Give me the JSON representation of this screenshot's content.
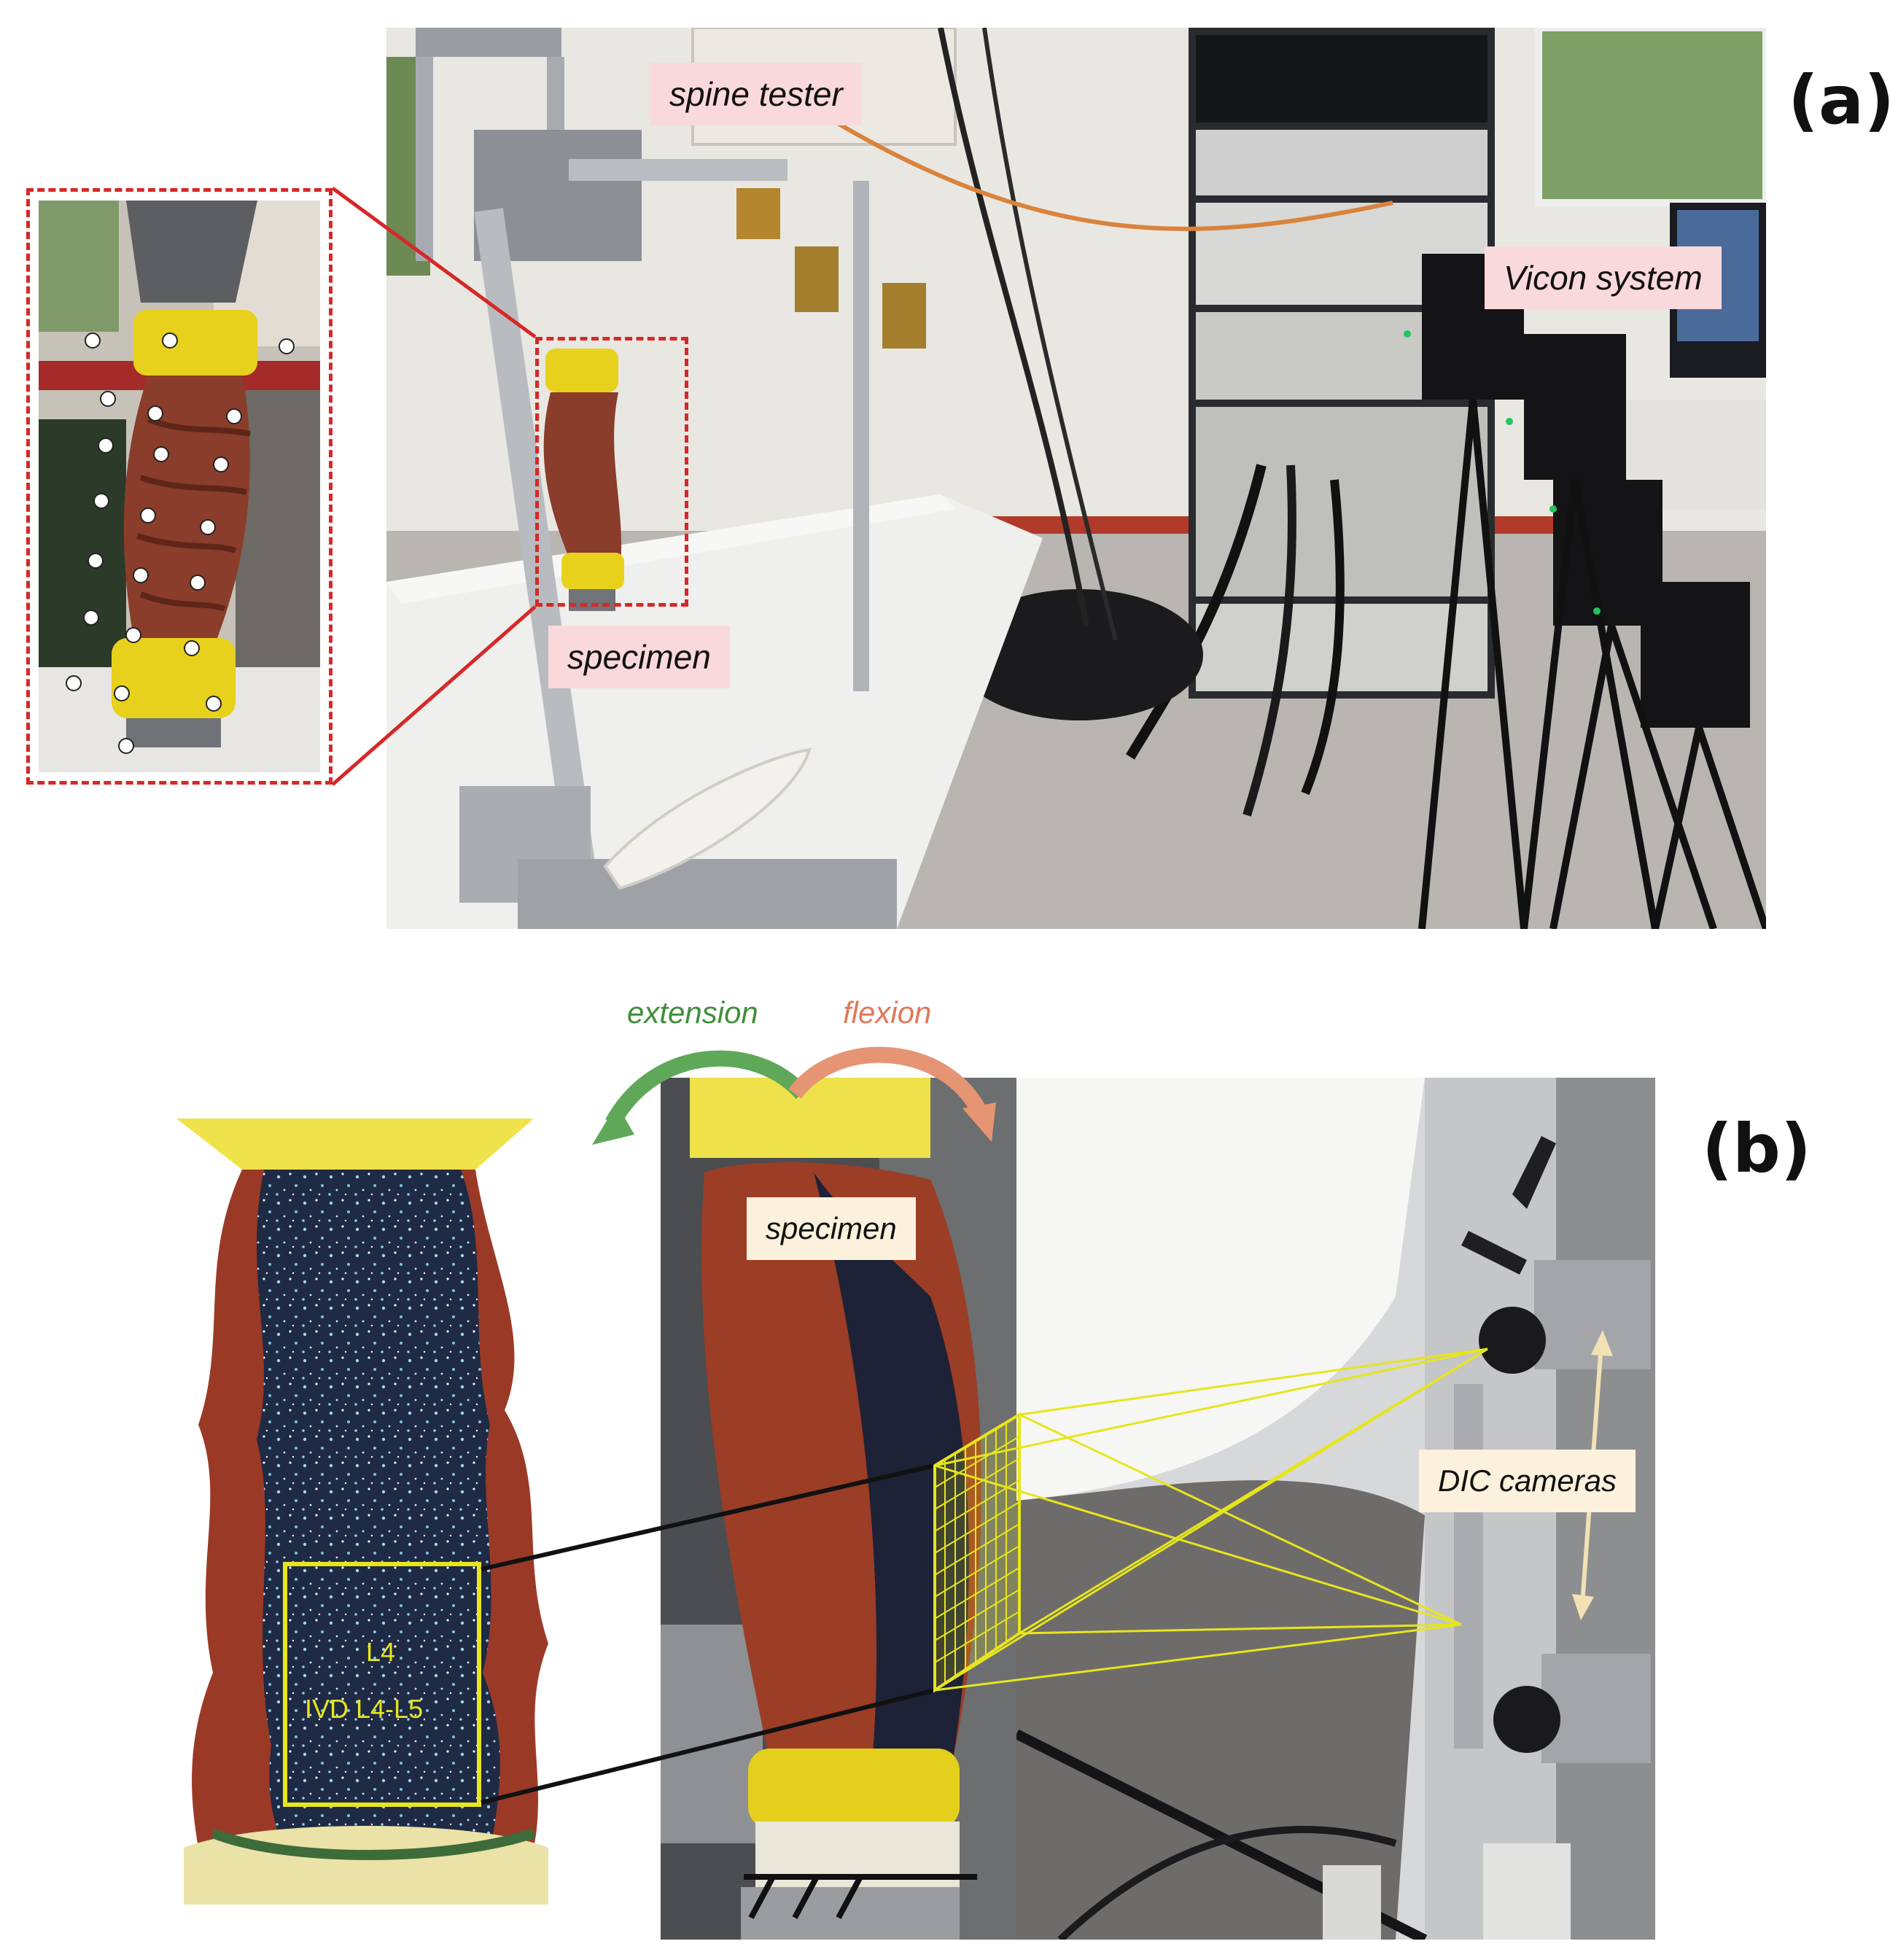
{
  "panels": {
    "a": {
      "letter": "(a)"
    },
    "b": {
      "letter": "(b)"
    }
  },
  "labels_a": {
    "spine_tester": "spine tester",
    "specimen": "specimen",
    "vicon_system": "Vicon system"
  },
  "labels_b": {
    "extension": "extension",
    "flexion": "flexion",
    "specimen": "specimen",
    "dic_cameras": "DIC cameras",
    "roi_vertebra": "L4",
    "roi_disc": "IVD L4-L5"
  },
  "colors": {
    "inset_border": "#d62828",
    "roi_box": "#e7e51e",
    "extension_arrow": "#5fa85a",
    "flexion_arrow": "#e59573",
    "pink_label_bg": "#f9d9dc",
    "cream_label_bg": "#fcf1dc"
  }
}
